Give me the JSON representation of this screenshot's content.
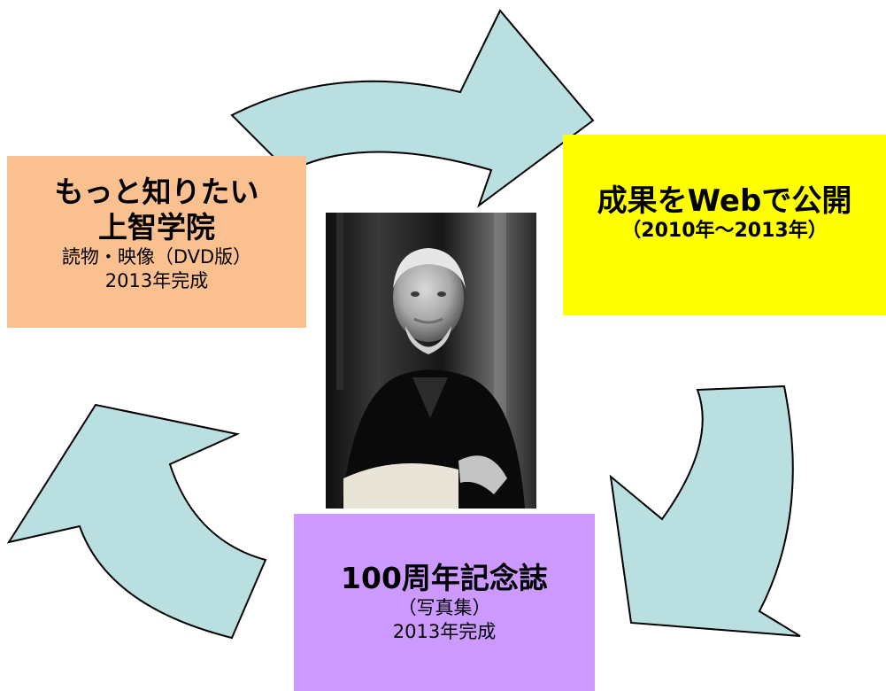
{
  "colors": {
    "arrow_fill": "#b9dfe1",
    "arrow_stroke": "#000000",
    "box_topleft": "#fac090",
    "box_right": "#ffff00",
    "box_bottom": "#cc99ff"
  },
  "boxes": {
    "topleft": {
      "title_line1": "もっと知りたい",
      "title_line2": "上智学院",
      "detail": "読物・映像（DVD版）",
      "completion": "2013年完成"
    },
    "right": {
      "title": "成果をWebで公開",
      "period": "（2010年～2013年）"
    },
    "bottom": {
      "title": "100周年記念誌",
      "subtitle": "（写真集）",
      "completion": "2013年完成"
    }
  },
  "photo": {
    "icon": "portrait-photo",
    "tone": "black-and-white"
  }
}
